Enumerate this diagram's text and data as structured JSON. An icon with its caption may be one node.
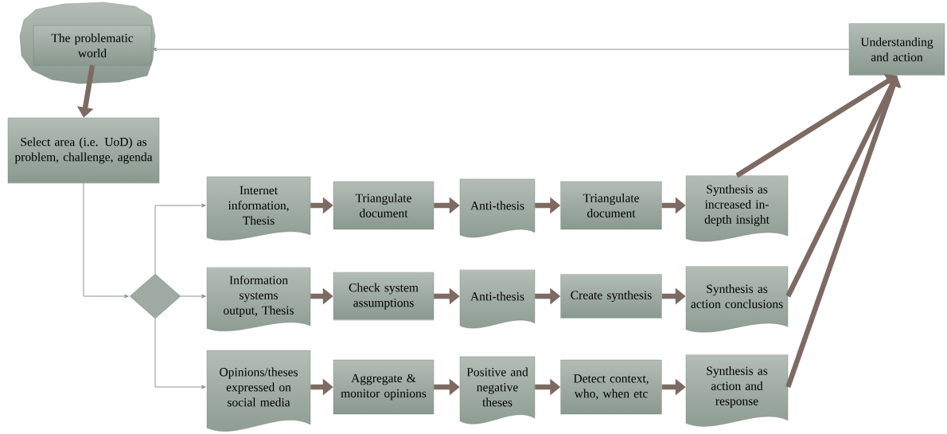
{
  "diagram": {
    "nodes": [
      {
        "text": [
          "The problematic world"
        ]
      },
      {
        "text": [
          "Understanding and action"
        ]
      },
      {
        "text": [
          "Select area (i.e. UoD) as problem, challenge, agenda"
        ]
      },
      {
        "text": [],
        "shape": "diamond"
      },
      {
        "text": [
          "Internet information, Thesis"
        ]
      },
      {
        "text": [
          "Triangulate document"
        ]
      },
      {
        "text": [
          "Anti-thesis"
        ]
      },
      {
        "text": [
          "Triangulate document"
        ]
      },
      {
        "text": [
          "Synthesis as increased in-depth insight"
        ]
      },
      {
        "text": [
          "Information systems output, Thesis"
        ]
      },
      {
        "text": [
          "Check system assumptions"
        ]
      },
      {
        "text": [
          "Anti-thesis"
        ]
      },
      {
        "text": [
          "Create synthesis"
        ]
      },
      {
        "text": [
          "Synthesis as action conclusions"
        ]
      },
      {
        "text": [
          "Opinions/theses expressed on social media"
        ]
      },
      {
        "text": [
          "Aggregate & monitor opinions"
        ]
      },
      {
        "text": [
          "Positive and negative theses"
        ]
      },
      {
        "text": [
          "Detect context, who, when etc"
        ]
      },
      {
        "text": [
          "Synthesis as action and response"
        ]
      }
    ],
    "edges": [
      {
        "from": 1,
        "to": 0,
        "arrow": "to",
        "color": "#8a9890"
      },
      {
        "from": 0,
        "to": 2,
        "arrow": "to"
      },
      {
        "from": 2,
        "to": 3,
        "arrow": "to",
        "color": "#8a9890"
      },
      {
        "from": 3,
        "to": 4,
        "arrow": "to",
        "color": "#8a9890"
      },
      {
        "from": 3,
        "to": 9,
        "arrow": "to",
        "color": "#8a9890"
      },
      {
        "from": 3,
        "to": 14,
        "arrow": "to",
        "color": "#8a9890"
      },
      {
        "from": 4,
        "to": 5,
        "arrow": "to"
      },
      {
        "from": 5,
        "to": 6,
        "arrow": "to"
      },
      {
        "from": 6,
        "to": 7,
        "arrow": "to"
      },
      {
        "from": 7,
        "to": 8,
        "arrow": "to"
      },
      {
        "from": 9,
        "to": 10,
        "arrow": "to"
      },
      {
        "from": 10,
        "to": 11,
        "arrow": "to"
      },
      {
        "from": 11,
        "to": 12,
        "arrow": "to"
      },
      {
        "from": 12,
        "to": 13,
        "arrow": "to"
      },
      {
        "from": 14,
        "to": 15,
        "arrow": "to"
      },
      {
        "from": 15,
        "to": 16,
        "arrow": "to"
      },
      {
        "from": 16,
        "to": 17,
        "arrow": "to"
      },
      {
        "from": 17,
        "to": 18,
        "arrow": "to"
      },
      {
        "from": 8,
        "to": 1,
        "arrow": "to"
      },
      {
        "from": 13,
        "to": 1,
        "arrow": "to"
      },
      {
        "from": 18,
        "to": 1,
        "arrow": "to"
      }
    ]
  }
}
